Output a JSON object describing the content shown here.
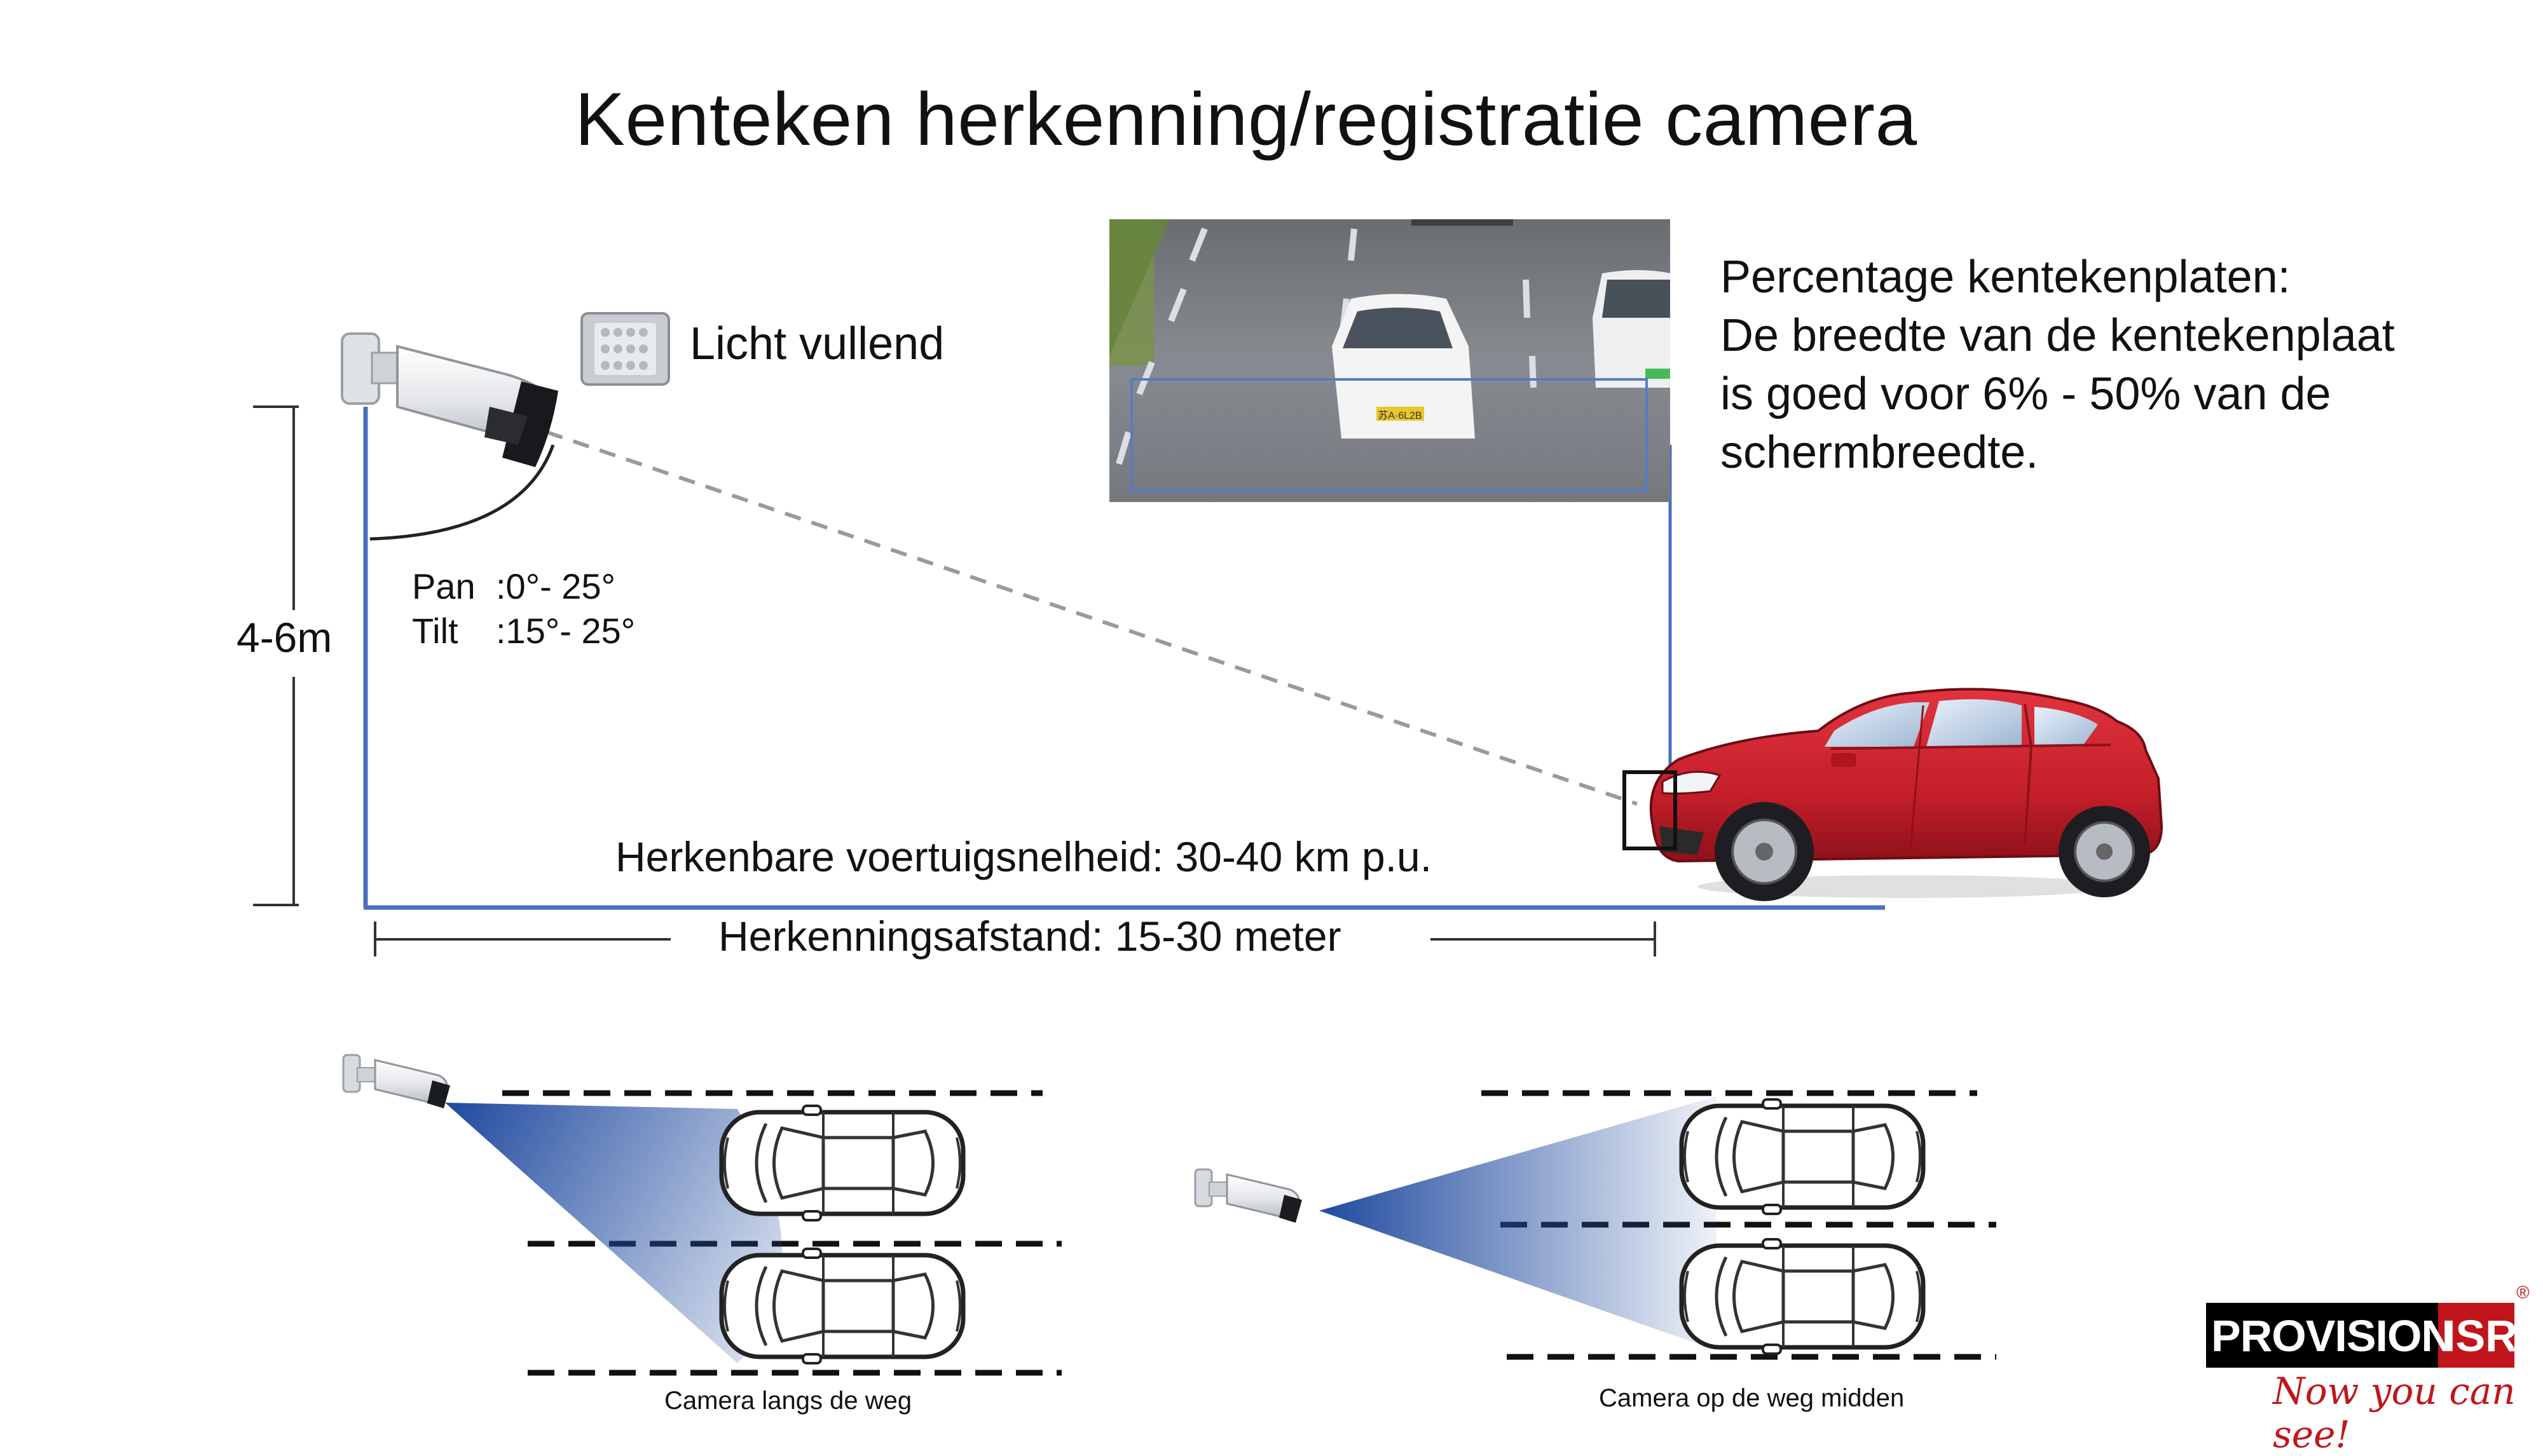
{
  "title": "Kenteken herkenning/registratie camera",
  "light_fill_label": "Licht vullend",
  "percentage_text": {
    "line1": "Percentage kentekenplaten:",
    "line2": "De breedte van de kentekenplaat",
    "line3": "is goed voor 6% - 50% van de",
    "line4": "schermbreedte."
  },
  "angles": {
    "pan_label": "Pan",
    "pan_value": ":0°- 25°",
    "tilt_label": "Tilt",
    "tilt_value": ":15°- 25°"
  },
  "mount_height": "4-6m",
  "speed_text": "Herkenbare voertuigsnelheid: 30-40 km p.u.",
  "distance_text": "Herkenningsafstand: 15-30 meter",
  "plate_text": "苏A·6L2B",
  "captions": {
    "left": "Camera langs de weg",
    "right": "Camera op de weg midden"
  },
  "brand": {
    "name_part1": "PROVISION",
    "name_part2": "ISR",
    "registered": "®",
    "slogan": "Now you can see!"
  },
  "colors": {
    "guide_blue": "#4a6fc0",
    "car_red": "#c8202b",
    "beam_blue": "#1f4a9e",
    "brand_red": "#c0161b"
  }
}
